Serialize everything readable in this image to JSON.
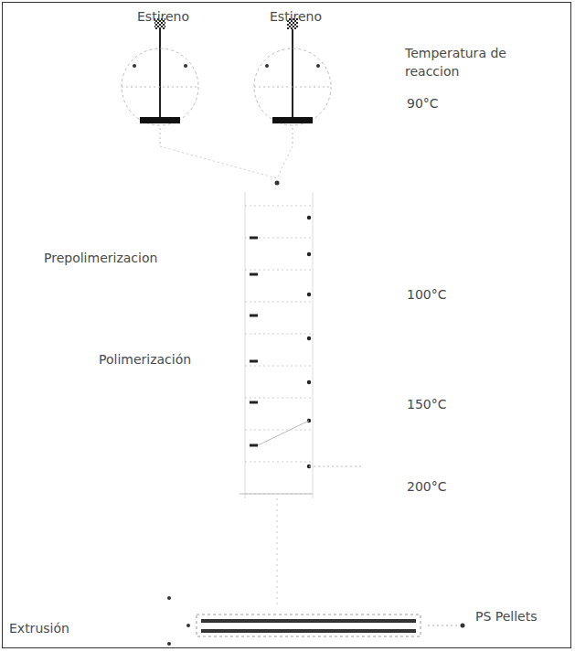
{
  "diagram": {
    "labels": [
      "Estireno",
      "Estireno",
      "Temperatura de reaccion",
      "90°C",
      "Prepolimerizacion",
      "100°C",
      "Polimerización",
      "150°C",
      "200°C",
      "Extrusión",
      "PS Pellets"
    ]
  }
}
